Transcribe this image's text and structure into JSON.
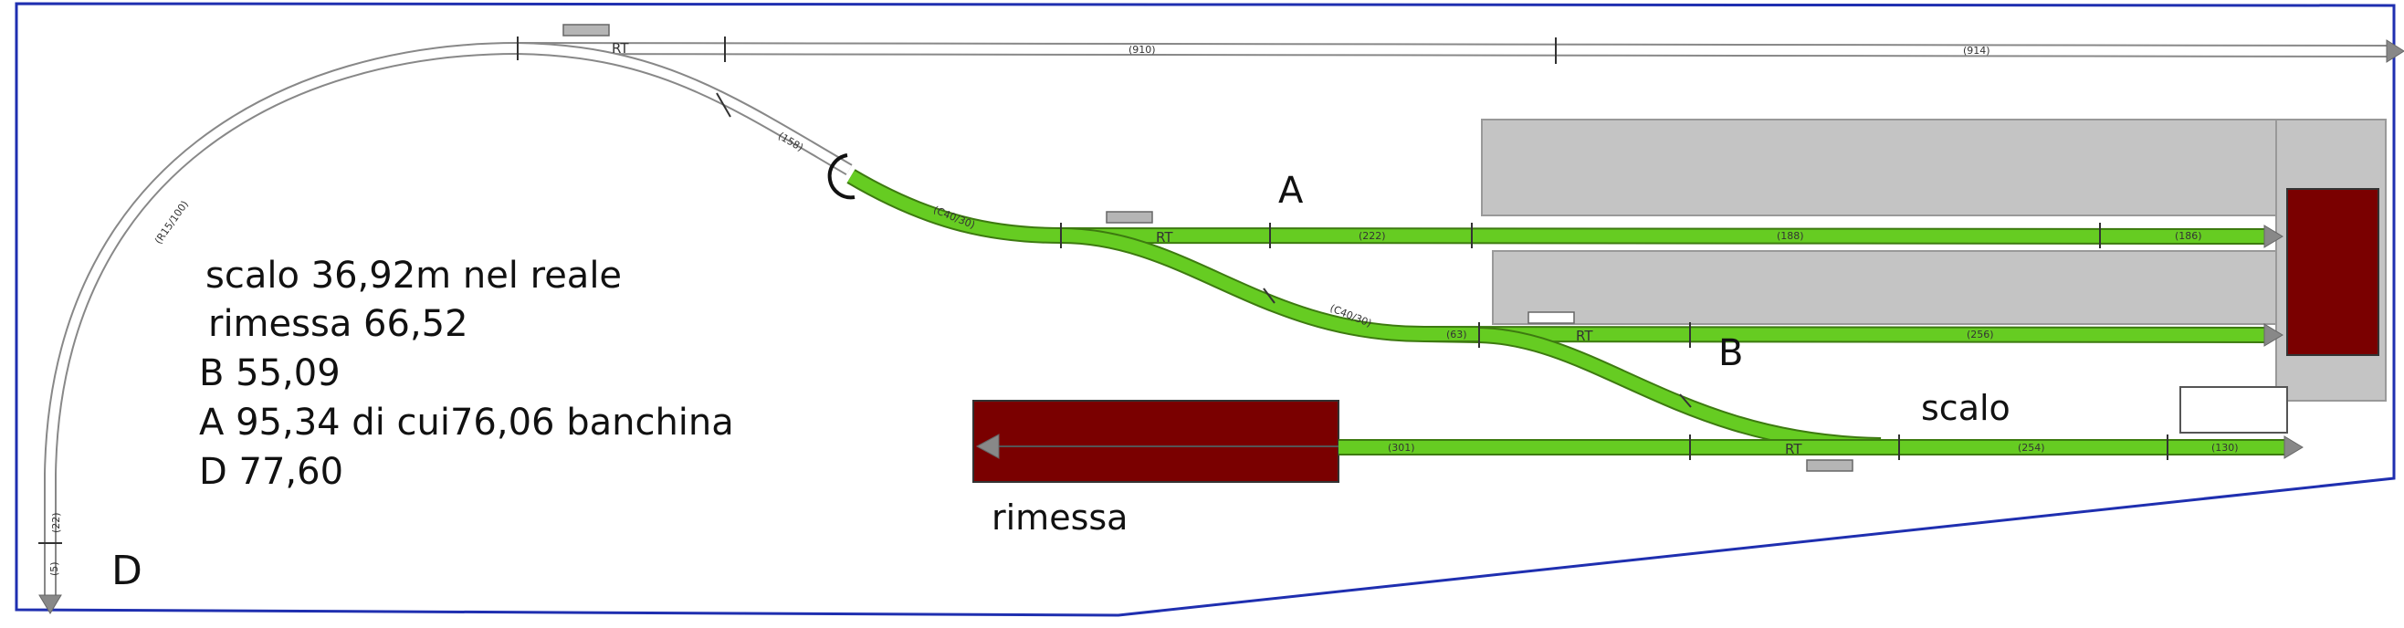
{
  "notes": [
    "scalo 36,92m nel reale",
    "rimessa 66,52",
    "B 55,09",
    "A 95,34 di cui76,06 banchina",
    "D 77,60"
  ],
  "labels": {
    "A": "A",
    "B": "B",
    "D": "D",
    "scalo": "scalo",
    "rimessa": "rimessa"
  },
  "track_labels": {
    "rt_top": "RT",
    "rt_a": "RT",
    "rt_b": "RT",
    "rt_bottom": "RT",
    "n910": "(910)",
    "n914": "(914)",
    "n158": "(158)",
    "n15100": "(R15/100)",
    "n5": "(5)",
    "n22": "(22)",
    "curve_a": "(C40/30)",
    "curve_b": "(C40/30)",
    "n222": "(222)",
    "n188": "(188)",
    "n186": "(186)",
    "n63": "(63)",
    "n256": "(256)",
    "n301": "(301)",
    "n254": "(254)",
    "n130": "(130)"
  },
  "colors": {
    "active_track": "#66cc22",
    "inactive_track": "#ffffff",
    "building_gray": "#c4c4c4",
    "rimessa_fill": "#7a0000",
    "border_blue": "#1f2fb0",
    "arrow_gray": "#888888"
  }
}
